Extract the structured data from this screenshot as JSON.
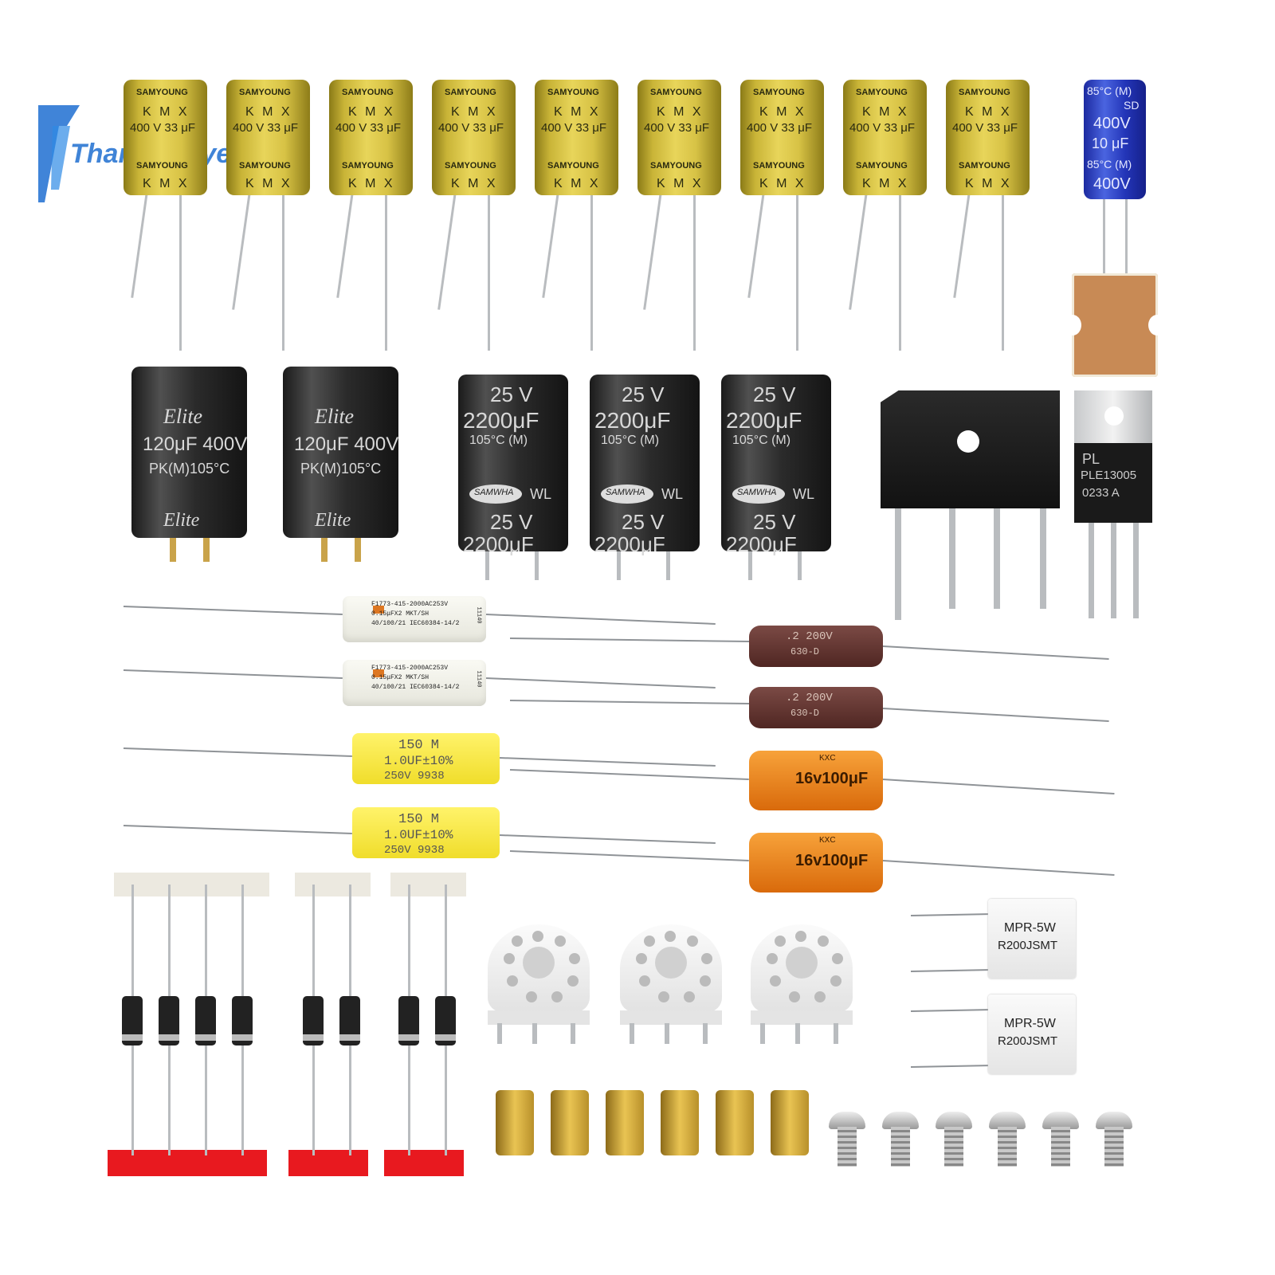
{
  "brand": {
    "logo_text": "ThanksBuyer",
    "color": "#1f6fd1"
  },
  "kmx_capacitor": {
    "brand": "SAMYOUNG",
    "series": "K M X",
    "rating": "400 V 33 μF",
    "count": 9
  },
  "blue_capacitor": {
    "temp": "85°C (M)",
    "series": "SD",
    "voltage": "400V",
    "capacitance": "10 μF"
  },
  "elite_capacitor": {
    "brand": "Elite",
    "rating": "120μF 400V",
    "spec": "PK(M)105°C",
    "count": 2
  },
  "samwha_capacitor": {
    "voltage": "25 V",
    "capacitance": "2200μF",
    "temp": "105°C (M)",
    "brand": "SAMWHA",
    "series": "WL",
    "count": 3
  },
  "bridge_rectifier": {
    "pins": 4
  },
  "transistor": {
    "line1": "PL",
    "line2": "PLE13005",
    "line3": "0233 A"
  },
  "film_capacitor": {
    "line1": "F1773-415-2000AC253V",
    "line2": "0.15μFX2 MKT/SH",
    "line3": "40/100/21 IEC60384-14/2",
    "side": "11140",
    "count": 2
  },
  "yellow_capacitor": {
    "line1": "150 M",
    "line2": "1.0UF±10%",
    "line3": "250V 9938",
    "count": 2
  },
  "brown_capacitor": {
    "line1": ".2 200V",
    "line2": "630-D",
    "count": 2
  },
  "orange_capacitor": {
    "brand": "KXC",
    "rating": "16v100μF",
    "count": 2
  },
  "power_resistor": {
    "line1": "MPR-5W",
    "line2": "R200JSMT",
    "count": 2
  },
  "tube_socket": {
    "count": 3
  },
  "standoff": {
    "count": 6
  },
  "screw": {
    "count": 6
  },
  "diode_strips": [
    {
      "count": 4
    },
    {
      "count": 2
    },
    {
      "count": 2
    }
  ]
}
